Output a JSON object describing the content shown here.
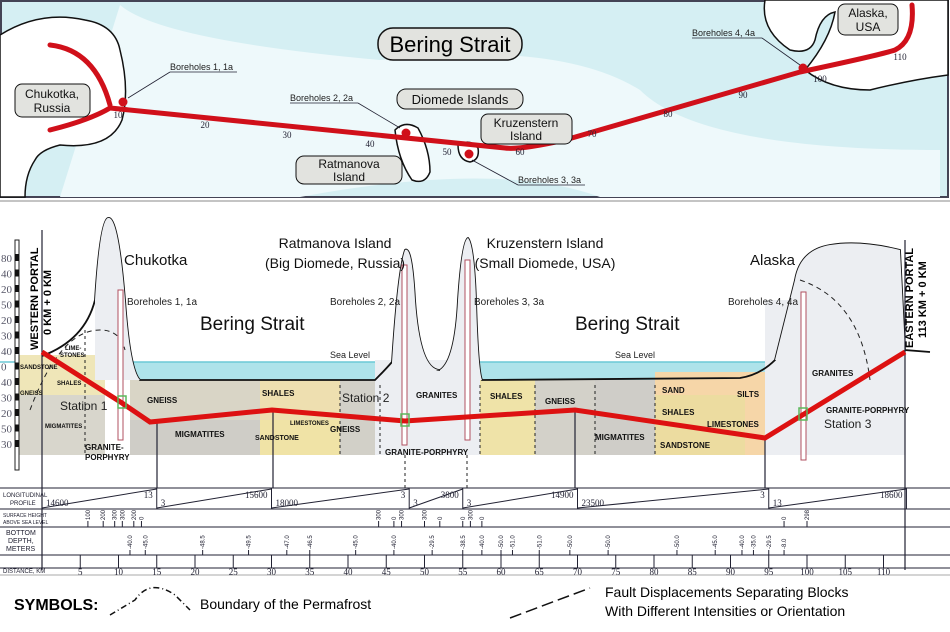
{
  "map": {
    "title": "Bering Strait",
    "chukotka": [
      "Chukotka,",
      "Russia"
    ],
    "alaska": [
      "Alaska,",
      "USA"
    ],
    "diomede": "Diomede Islands",
    "ratmanova": [
      "Ratmanova",
      "Island"
    ],
    "kruzenstern": [
      "Kruzenstern",
      "Island"
    ],
    "boreholes": [
      "Boreholes 1, 1a",
      "Boreholes 2, 2a",
      "Boreholes 3, 3a",
      "Boreholes 4, 4a"
    ],
    "km_marks": [
      "10",
      "20",
      "30",
      "40",
      "50",
      "60",
      "70",
      "80",
      "90",
      "100",
      "110"
    ],
    "colors": {
      "route": "#d0101a",
      "water": "#d5eff3",
      "land": "#ffffff"
    }
  },
  "section": {
    "western_portal": "WESTERN PORTAL",
    "western_km": "0 KM + 0 KM",
    "eastern_portal": "EASTERN PORTAL",
    "eastern_km": "113 KM + 0 KM",
    "chukotka": "Chukotka",
    "ratmanova": [
      "Ratmanova Island",
      "(Big Diomede, Russia)"
    ],
    "kruzenstern": [
      "Kruzenstern Island",
      "(Small Diomede, USA)"
    ],
    "alaska": "Alaska",
    "strait_labels": [
      "Bering Strait",
      "Bering Strait"
    ],
    "sea_level": [
      "Sea Level",
      "Sea Level"
    ],
    "boreholes": [
      "Boreholes 1, 1a",
      "Boreholes 2, 2a",
      "Boreholes 3, 3a",
      "Boreholes 4, 4a"
    ],
    "stations": [
      "Station 1",
      "Station 2",
      "Station 3"
    ],
    "elevation_ticks": [
      "80",
      "40",
      "20",
      "50",
      "20",
      "30",
      "40",
      "0",
      "40",
      "30",
      "20",
      "50",
      "30"
    ],
    "rocks": {
      "limestones_w": [
        "LIME-",
        "STONES"
      ],
      "sandstone_w": "SANDSTONE",
      "shales_w": "SHALES",
      "gneiss_w": "GNEISS",
      "migmatites_w": "MIGMATITES",
      "granite_porphyry_1": [
        "GRANITE-",
        "PORPHYRY"
      ],
      "gneiss_1": "GNEISS",
      "migmatites_1": "MIGMATITES",
      "shales_2": "SHALES",
      "limestones_2": "LIMESTONES",
      "sandstone_2": "SANDSTONE",
      "gneiss_2": "GNEISS",
      "granites_2": "GRANITES",
      "granite_porphyry_2": "GRANITE-PORPHYRY",
      "shales_3": "SHALES",
      "gneiss_3": "GNEISS",
      "migmatites_3": "MIGMATITES",
      "sand": "SAND",
      "shales_4": "SHALES",
      "sandstone_4": "SANDSTONE",
      "silts": "SILTS",
      "limestones_4": "LIMESTONES",
      "granites_4": "GRANITES",
      "granite_porphyry_4": "GRANITE-PORPHYRY"
    }
  },
  "table": {
    "row_labels": {
      "profile": [
        "LONGITUDINAL",
        "PROFILE"
      ],
      "surface": [
        "SURFACE HEIGHT",
        "ABOVE SEA LEVEL"
      ],
      "depth": [
        "BOTTOM",
        "DEPTH,",
        "METERS"
      ],
      "distance": "DISTANCE, KM"
    },
    "profile_segments": [
      {
        "from": 0,
        "to": 15,
        "left": "14600",
        "right": "13"
      },
      {
        "from": 15,
        "to": 30,
        "left": "3",
        "right": "15600"
      },
      {
        "from": 30,
        "to": 48,
        "left": "18000",
        "right": "3"
      },
      {
        "from": 48,
        "to": 55,
        "left": "3",
        "right": "3800"
      },
      {
        "from": 55,
        "to": 70,
        "left": "3",
        "right": "14900"
      },
      {
        "from": 70,
        "to": 95,
        "left": "23500",
        "right": "3"
      },
      {
        "from": 95,
        "to": 113,
        "left": "13",
        "right": "18600"
      }
    ],
    "surface_heights": [
      {
        "km": 6,
        "value": "100"
      },
      {
        "km": 8,
        "value": "200"
      },
      {
        "km": 9.5,
        "value": "300"
      },
      {
        "km": 10.5,
        "value": "300"
      },
      {
        "km": 12,
        "value": "200"
      },
      {
        "km": 13,
        "value": "0"
      },
      {
        "km": 44,
        "value": "300"
      },
      {
        "km": 46,
        "value": "0"
      },
      {
        "km": 47,
        "value": "300"
      },
      {
        "km": 50,
        "value": "300"
      },
      {
        "km": 52,
        "value": "0"
      },
      {
        "km": 55,
        "value": "0"
      },
      {
        "km": 56,
        "value": "300"
      },
      {
        "km": 57.5,
        "value": "0"
      },
      {
        "km": 97,
        "value": "0"
      },
      {
        "km": 100,
        "value": "298"
      }
    ],
    "bottom_depths": [
      {
        "km": 11.5,
        "value": "-40.0"
      },
      {
        "km": 13.5,
        "value": "-45.0"
      },
      {
        "km": 21,
        "value": "-48.5"
      },
      {
        "km": 27,
        "value": "-49.5"
      },
      {
        "km": 32,
        "value": "-47.0"
      },
      {
        "km": 35,
        "value": "-46.5"
      },
      {
        "km": 41,
        "value": "-45.0"
      },
      {
        "km": 46,
        "value": "-40.0"
      },
      {
        "km": 51,
        "value": "-29.5"
      },
      {
        "km": 55,
        "value": "-38.5"
      },
      {
        "km": 57.5,
        "value": "-40.0"
      },
      {
        "km": 60,
        "value": "-50.0"
      },
      {
        "km": 61.5,
        "value": "-51.0"
      },
      {
        "km": 65,
        "value": "-51.0"
      },
      {
        "km": 69,
        "value": "-50.0"
      },
      {
        "km": 74,
        "value": "-50.0"
      },
      {
        "km": 83,
        "value": "-50.0"
      },
      {
        "km": 88,
        "value": "-45.0"
      },
      {
        "km": 91.5,
        "value": "-40.0"
      },
      {
        "km": 93,
        "value": "-35.0"
      },
      {
        "km": 95,
        "value": "-29.5"
      },
      {
        "km": 97,
        "value": "-8.0"
      }
    ],
    "distance_ticks": [
      "5",
      "10",
      "15",
      "20",
      "25",
      "30",
      "35",
      "40",
      "45",
      "50",
      "55",
      "60",
      "65",
      "70",
      "75",
      "80",
      "85",
      "90",
      "95",
      "100",
      "105",
      "110"
    ]
  },
  "symbols": {
    "title": "SYMBOLS:",
    "permafrost": "Boundary of the Permafrost",
    "fault": [
      "Fault Displacements Separating Blocks",
      "With Different Intensities or Orientation"
    ]
  }
}
